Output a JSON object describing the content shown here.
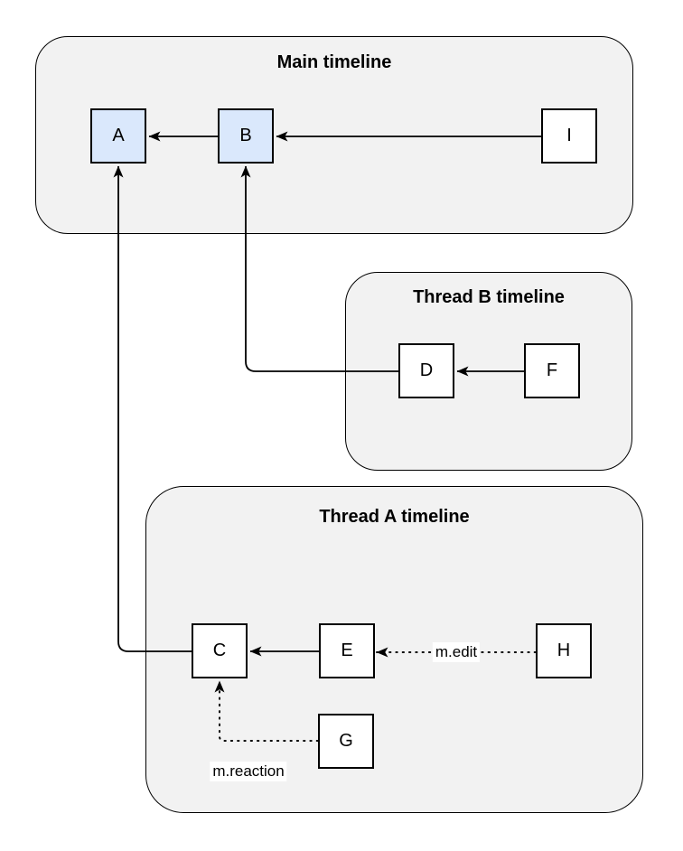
{
  "diagram": {
    "containers": [
      {
        "name": "main-timeline",
        "title": "Main timeline"
      },
      {
        "name": "thread-b-timeline",
        "title": "Thread B timeline"
      },
      {
        "name": "thread-a-timeline",
        "title": "Thread A timeline"
      }
    ],
    "nodes": [
      {
        "id": "A",
        "label": "A",
        "highlighted": true,
        "timeline": "main-timeline"
      },
      {
        "id": "B",
        "label": "B",
        "highlighted": true,
        "timeline": "main-timeline"
      },
      {
        "id": "I",
        "label": "I",
        "highlighted": false,
        "timeline": "main-timeline"
      },
      {
        "id": "D",
        "label": "D",
        "highlighted": false,
        "timeline": "thread-b-timeline"
      },
      {
        "id": "F",
        "label": "F",
        "highlighted": false,
        "timeline": "thread-b-timeline"
      },
      {
        "id": "C",
        "label": "C",
        "highlighted": false,
        "timeline": "thread-a-timeline"
      },
      {
        "id": "E",
        "label": "E",
        "highlighted": false,
        "timeline": "thread-a-timeline"
      },
      {
        "id": "H",
        "label": "H",
        "highlighted": false,
        "timeline": "thread-a-timeline"
      },
      {
        "id": "G",
        "label": "G",
        "highlighted": false,
        "timeline": "thread-a-timeline"
      }
    ],
    "edges": [
      {
        "from": "B",
        "to": "A",
        "style": "solid",
        "label": ""
      },
      {
        "from": "I",
        "to": "B",
        "style": "solid",
        "label": ""
      },
      {
        "from": "F",
        "to": "D",
        "style": "solid",
        "label": ""
      },
      {
        "from": "D",
        "to": "B",
        "style": "solid",
        "label": ""
      },
      {
        "from": "E",
        "to": "C",
        "style": "solid",
        "label": ""
      },
      {
        "from": "C",
        "to": "A",
        "style": "solid",
        "label": ""
      },
      {
        "from": "H",
        "to": "E",
        "style": "dotted",
        "label": "m.edit"
      },
      {
        "from": "G",
        "to": "C",
        "style": "dotted",
        "label": "m.reaction"
      }
    ],
    "colors": {
      "container_fill": "#f2f2f2",
      "container_stroke": "#000000",
      "node_fill": "#ffffff",
      "node_fill_highlighted": "#dae8fc",
      "node_stroke": "#000000",
      "edge_stroke": "#000000",
      "label_background": "#ffffff"
    }
  }
}
